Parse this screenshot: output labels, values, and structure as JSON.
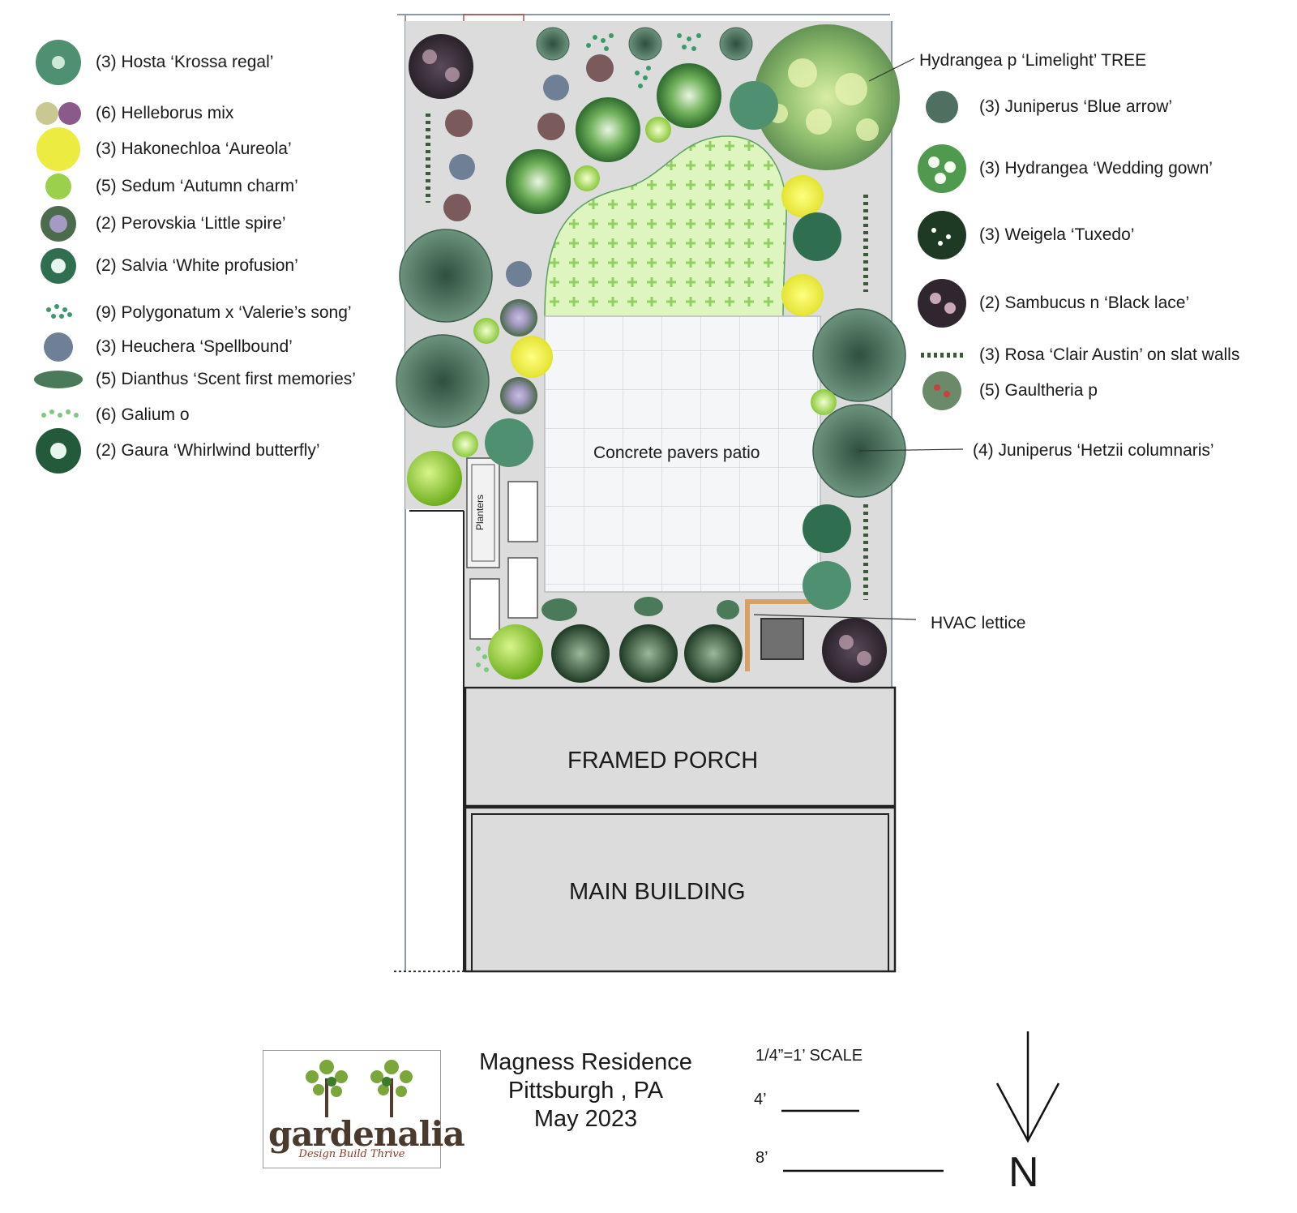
{
  "legend_left": [
    {
      "label": "(3) Hosta ‘Krossa regal’",
      "icon": "hosta-icon"
    },
    {
      "label": "(6) Helleborus mix",
      "icon": "helleborus-icon"
    },
    {
      "label": "(3) Hakonechloa ‘Aureola’",
      "icon": "hakonechloa-icon"
    },
    {
      "label": "(5) Sedum ‘Autumn charm’",
      "icon": "sedum-icon"
    },
    {
      "label": "(2) Perovskia ‘Little spire’",
      "icon": "perovskia-icon"
    },
    {
      "label": "(2) Salvia ‘White profusion’",
      "icon": "salvia-icon"
    },
    {
      "label": "(9) Polygonatum x ‘Valerie’s song’",
      "icon": "polygonatum-icon"
    },
    {
      "label": "(3) Heuchera ‘Spellbound’",
      "icon": "heuchera-icon"
    },
    {
      "label": "(5) Dianthus ‘Scent first memories’",
      "icon": "dianthus-icon"
    },
    {
      "label": "(6) Galium o",
      "icon": "galium-icon"
    },
    {
      "label": "(2) Gaura ‘Whirlwind butterfly’",
      "icon": "gaura-icon"
    }
  ],
  "legend_right": [
    {
      "label": "(3) Juniperus ‘Blue arrow’",
      "icon": "juniper-blue-arrow-icon"
    },
    {
      "label": "(3) Hydrangea ‘Wedding gown’",
      "icon": "hydrangea-icon"
    },
    {
      "label": "(3) Weigela ‘Tuxedo’",
      "icon": "weigela-icon"
    },
    {
      "label": "(2) Sambucus n ‘Black lace’",
      "icon": "sambucus-icon"
    },
    {
      "label": "(3) Rosa ‘Clair Austin’ on slat walls",
      "icon": "rosa-icon"
    },
    {
      "label": "(5) Gaultheria p",
      "icon": "gaultheria-icon"
    }
  ],
  "callouts": {
    "limelight": "Hydrangea p ‘Limelight’ TREE",
    "hetzii": "(4) Juniperus ‘Hetzii columnaris’",
    "hvac": "HVAC lettice"
  },
  "plan_labels": {
    "patio": "Concrete pavers patio",
    "planters": "Planters",
    "porch": "FRAMED PORCH",
    "building": "MAIN BUILDING"
  },
  "title_block": {
    "line1": "Magness Residence",
    "line2": "Pittsburgh , PA",
    "line3": "May 2023"
  },
  "scale": {
    "title": "1/4”=1’ SCALE",
    "bar_4": "4’",
    "bar_8": "8’"
  },
  "north": "N",
  "logo": {
    "wordmark": "gardenalia",
    "tagline": "Design Build Thrive"
  },
  "colors": {
    "yard": "#dcdcdc",
    "lawn": "#dff5c0",
    "juniper": "#5b7e6a",
    "hydrangea": "#3f8a3f",
    "hakonechloa": "#f0f050",
    "sambucus": "#3a2f3a",
    "hvac_lattice": "#d9a066"
  }
}
